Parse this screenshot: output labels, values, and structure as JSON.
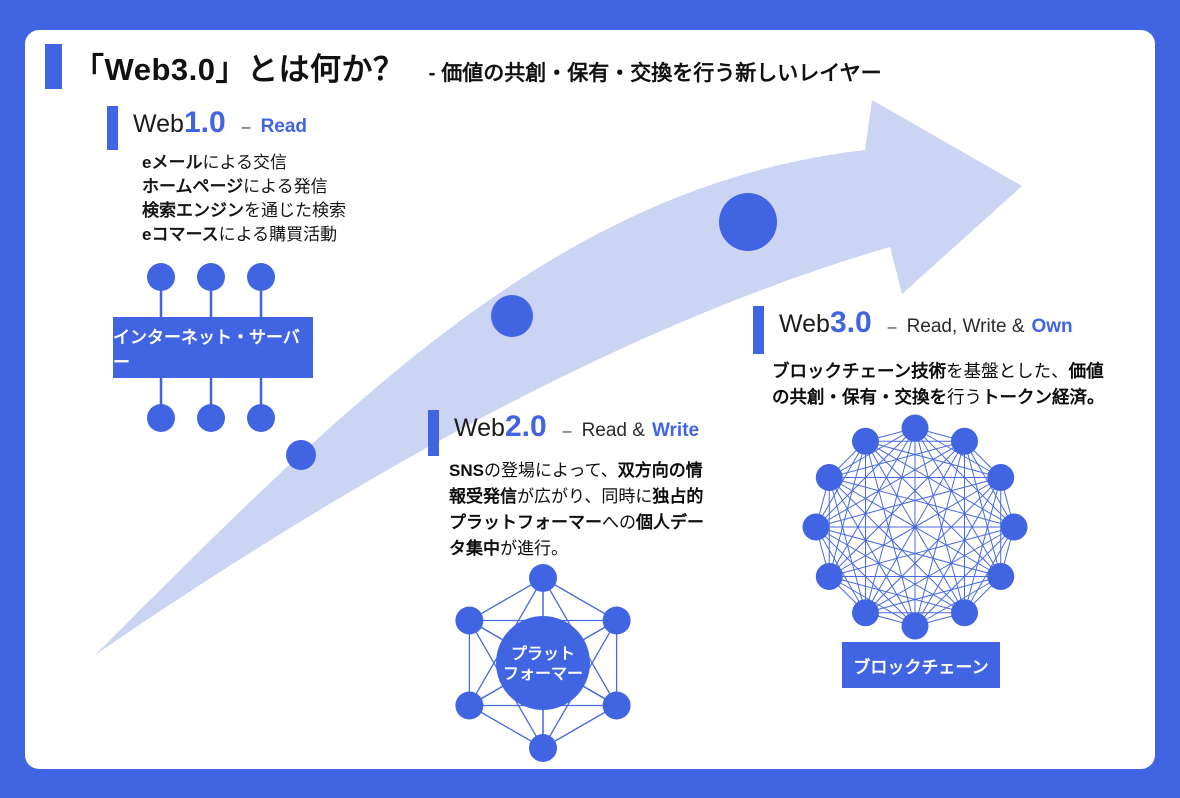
{
  "title": {
    "main": "「Web3.0」とは何か？",
    "subtitle": "- 価値の共創・保有・交換を行う新しいレイヤー"
  },
  "sections": {
    "web1": {
      "prefix": "Web",
      "version": "1.0",
      "dash": "–",
      "plain": "",
      "keyword": "Read",
      "items": [
        {
          "b": "eメール",
          "r": "による交信"
        },
        {
          "b": "ホームページ",
          "r": "による発信"
        },
        {
          "b": "検索エンジン",
          "r": "を通じた検索"
        },
        {
          "b": "eコマース",
          "r": "による購買活動"
        }
      ]
    },
    "web2": {
      "prefix": "Web",
      "version": "2.0",
      "dash": "–",
      "plain": "Read &",
      "keyword": "Write",
      "description_runs": [
        {
          "t": "SNS",
          "b": 1
        },
        {
          "t": "の登場によって、",
          "b": 0
        },
        {
          "t": "双方向の情報受発信",
          "b": 1
        },
        {
          "t": "が広がり、同時に",
          "b": 0
        },
        {
          "t": "独占的プラットフォーマー",
          "b": 1
        },
        {
          "t": "への",
          "b": 0
        },
        {
          "t": "個人データ集中",
          "b": 1
        },
        {
          "t": "が進行。",
          "b": 0
        }
      ]
    },
    "web3": {
      "prefix": "Web",
      "version": "3.0",
      "dash": "–",
      "plain": "Read, Write &",
      "keyword": "Own",
      "description_runs": [
        {
          "t": "ブロックチェーン技術",
          "b": 1
        },
        {
          "t": "を基盤とした、",
          "b": 0
        },
        {
          "t": "価値の共創・保有・交換を",
          "b": 1
        },
        {
          "t": "行う",
          "b": 0
        },
        {
          "t": "トークン経済。",
          "b": 1
        }
      ]
    }
  },
  "diagrams": {
    "internet_server": {
      "label": "インターネット・サーバー",
      "top_nodes": 3,
      "bottom_nodes": 3
    },
    "platformer": {
      "label_lines": [
        "プラット",
        "フォーマー"
      ],
      "outer_nodes": 6
    },
    "blockchain": {
      "label": "ブロックチェーン",
      "nodes": 12
    }
  },
  "colors": {
    "primary": "#4164e3",
    "arrow_fill": "#ccd4f3",
    "network_line": "#4a6ae0",
    "text": "#151515"
  }
}
